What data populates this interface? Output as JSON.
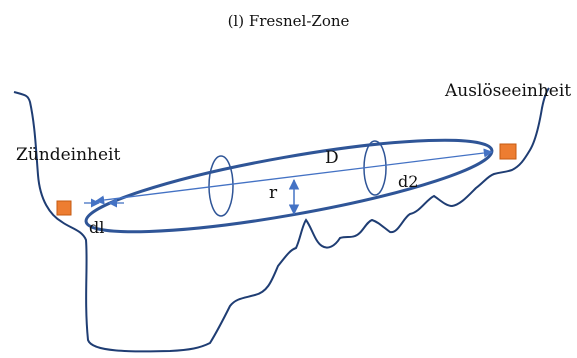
{
  "title": "(l)  Fresnel-Zone",
  "labels": {
    "zuendeinheit": "Zündeinheit",
    "ausloeseeinheit": "Auslöseeinheit",
    "D": "D",
    "r": "r",
    "d1": "dl",
    "d2": "d2"
  },
  "colors": {
    "ellipse": "#2f5597",
    "arrows": "#4472c4",
    "terrain": "#1f3d73",
    "unit_fill": "#ed7d31",
    "unit_stroke": "#c55a11"
  }
}
